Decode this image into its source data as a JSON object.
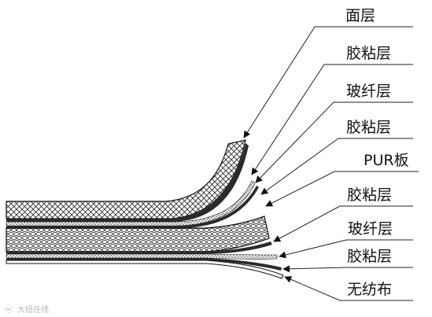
{
  "labels": [
    {
      "text": "面层"
    },
    {
      "text": "胶粘层"
    },
    {
      "text": "玻纤层"
    },
    {
      "text": "胶粘层"
    },
    {
      "text": "PUR板"
    },
    {
      "text": "胶粘层"
    },
    {
      "text": "玻纤层"
    },
    {
      "text": "胶粘层"
    },
    {
      "text": "无纺布"
    }
  ],
  "watermark": "大纽在线"
}
